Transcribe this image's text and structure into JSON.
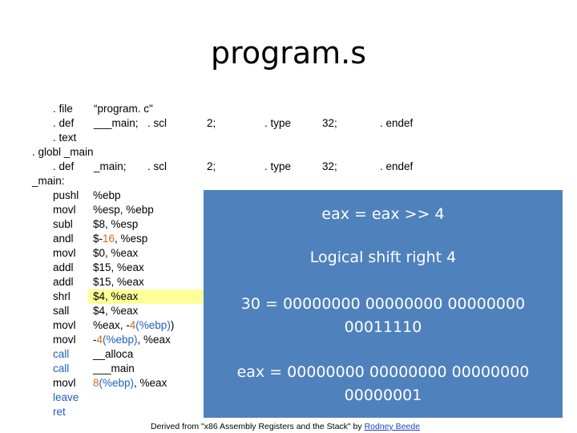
{
  "title": "program.s",
  "directives": {
    "file_kw": ". file",
    "file_val": "“program. c\"",
    "def1_kw": ". def",
    "def1_name": "___main;",
    "def1_scl": ". scl",
    "def1_two": "2;",
    "def1_type": ". type",
    "def1_32": "32;",
    "def1_endef": ". endef",
    "text_kw": ". text",
    "globl": ". globl _main",
    "def2_kw": ". def",
    "def2_name": "_main;",
    "def2_scl": ". scl",
    "def2_two": "2;",
    "def2_type": ". type",
    "def2_32": "32;",
    "def2_endef": ". endef",
    "main_label": "_main:"
  },
  "instructions": [
    {
      "op": "pushl",
      "pre": "%ebp",
      "num": "",
      "reg": "",
      "post": ""
    },
    {
      "op": "movl",
      "pre": "%esp, %ebp",
      "num": "",
      "reg": "",
      "post": ""
    },
    {
      "op": "subl",
      "pre": "$8, %esp",
      "num": "",
      "reg": "",
      "post": ""
    },
    {
      "op": "andl",
      "pre": "$-",
      "num": "16",
      "reg": "",
      "post": ", %esp"
    },
    {
      "op": "movl",
      "pre": "$0, %eax",
      "num": "",
      "reg": "",
      "post": ""
    },
    {
      "op": "addl",
      "pre": "$15, %eax",
      "num": "",
      "reg": "",
      "post": ""
    },
    {
      "op": "addl",
      "pre": "$15, %eax",
      "num": "",
      "reg": "",
      "post": ""
    },
    {
      "op": "shrl",
      "pre": "$4, %eax",
      "num": "",
      "reg": "",
      "post": ""
    },
    {
      "op": "sall",
      "pre": "$4, %eax",
      "num": "",
      "reg": "",
      "post": ""
    },
    {
      "op": "movl",
      "pre": "%eax, -",
      "num": "4",
      "reg": "(%ebp)",
      "post": ")"
    },
    {
      "op": "movl",
      "pre": "-",
      "num": "4",
      "reg": "(%ebp)",
      "post": ", %eax"
    },
    {
      "op": "call",
      "pre": "__alloca",
      "num": "",
      "reg": "",
      "post": ""
    },
    {
      "op": "call",
      "pre": "___main",
      "num": "",
      "reg": "",
      "post": ""
    },
    {
      "op": "movl",
      "pre": "",
      "num": "8",
      "reg": "(%ebp)",
      "post": ", %eax"
    },
    {
      "op": "leave",
      "pre": "",
      "num": "",
      "reg": "",
      "post": ""
    },
    {
      "op": "ret",
      "pre": "",
      "num": "",
      "reg": "",
      "post": ""
    }
  ],
  "panel": {
    "line1": "eax = eax >> 4",
    "line2": "Logical shift right 4",
    "line3a": "30 = 00000000 00000000 00000000",
    "line3b": "00011110",
    "line4a": "eax = 00000000 00000000 00000000",
    "line4b": "00000001"
  },
  "footer": {
    "prefix": "Derived from \"x86 Assembly Registers and the Stack\" by ",
    "link": "Rodney Beede"
  },
  "colors": {
    "panel_bg": "#4f81bd",
    "highlight": "#ffff99",
    "number": "#d2691e",
    "register": "#1f5fbf"
  }
}
